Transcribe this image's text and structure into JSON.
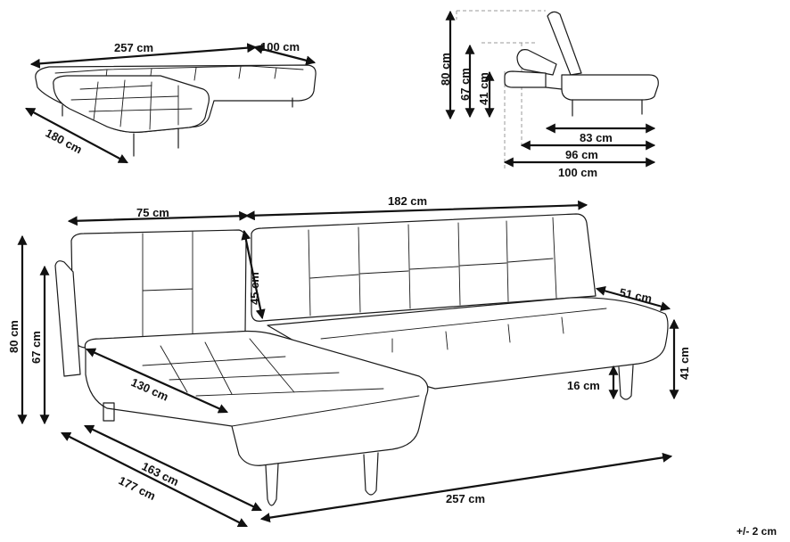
{
  "top_view": {
    "width_label": "257  cm",
    "chaise_width_label": "100 cm",
    "depth_label": "180 cm"
  },
  "side_view": {
    "height_label": "80 cm",
    "back_height_label": "67 cm",
    "seat_height_label": "41 cm",
    "depth_83_label": "83 cm",
    "depth_96_label": "96 cm",
    "depth_100_label": "100 cm"
  },
  "front_view": {
    "chaise_seat_width_label": "75 cm",
    "sofa_width_label": "182 cm",
    "backrest_label": "45 cm",
    "arm_depth_label": "51 cm",
    "right_seat_height_label": "41 cm",
    "leg_height_label": "16 cm",
    "height_label": "80 cm",
    "back_height_label": "67 cm",
    "chaise_length_label": "130 cm",
    "chaise_depth_163_label": "163 cm",
    "chaise_depth_177_label": "177 cm",
    "total_width_label": "257  cm"
  },
  "tolerance_label": "+/- 2 cm"
}
